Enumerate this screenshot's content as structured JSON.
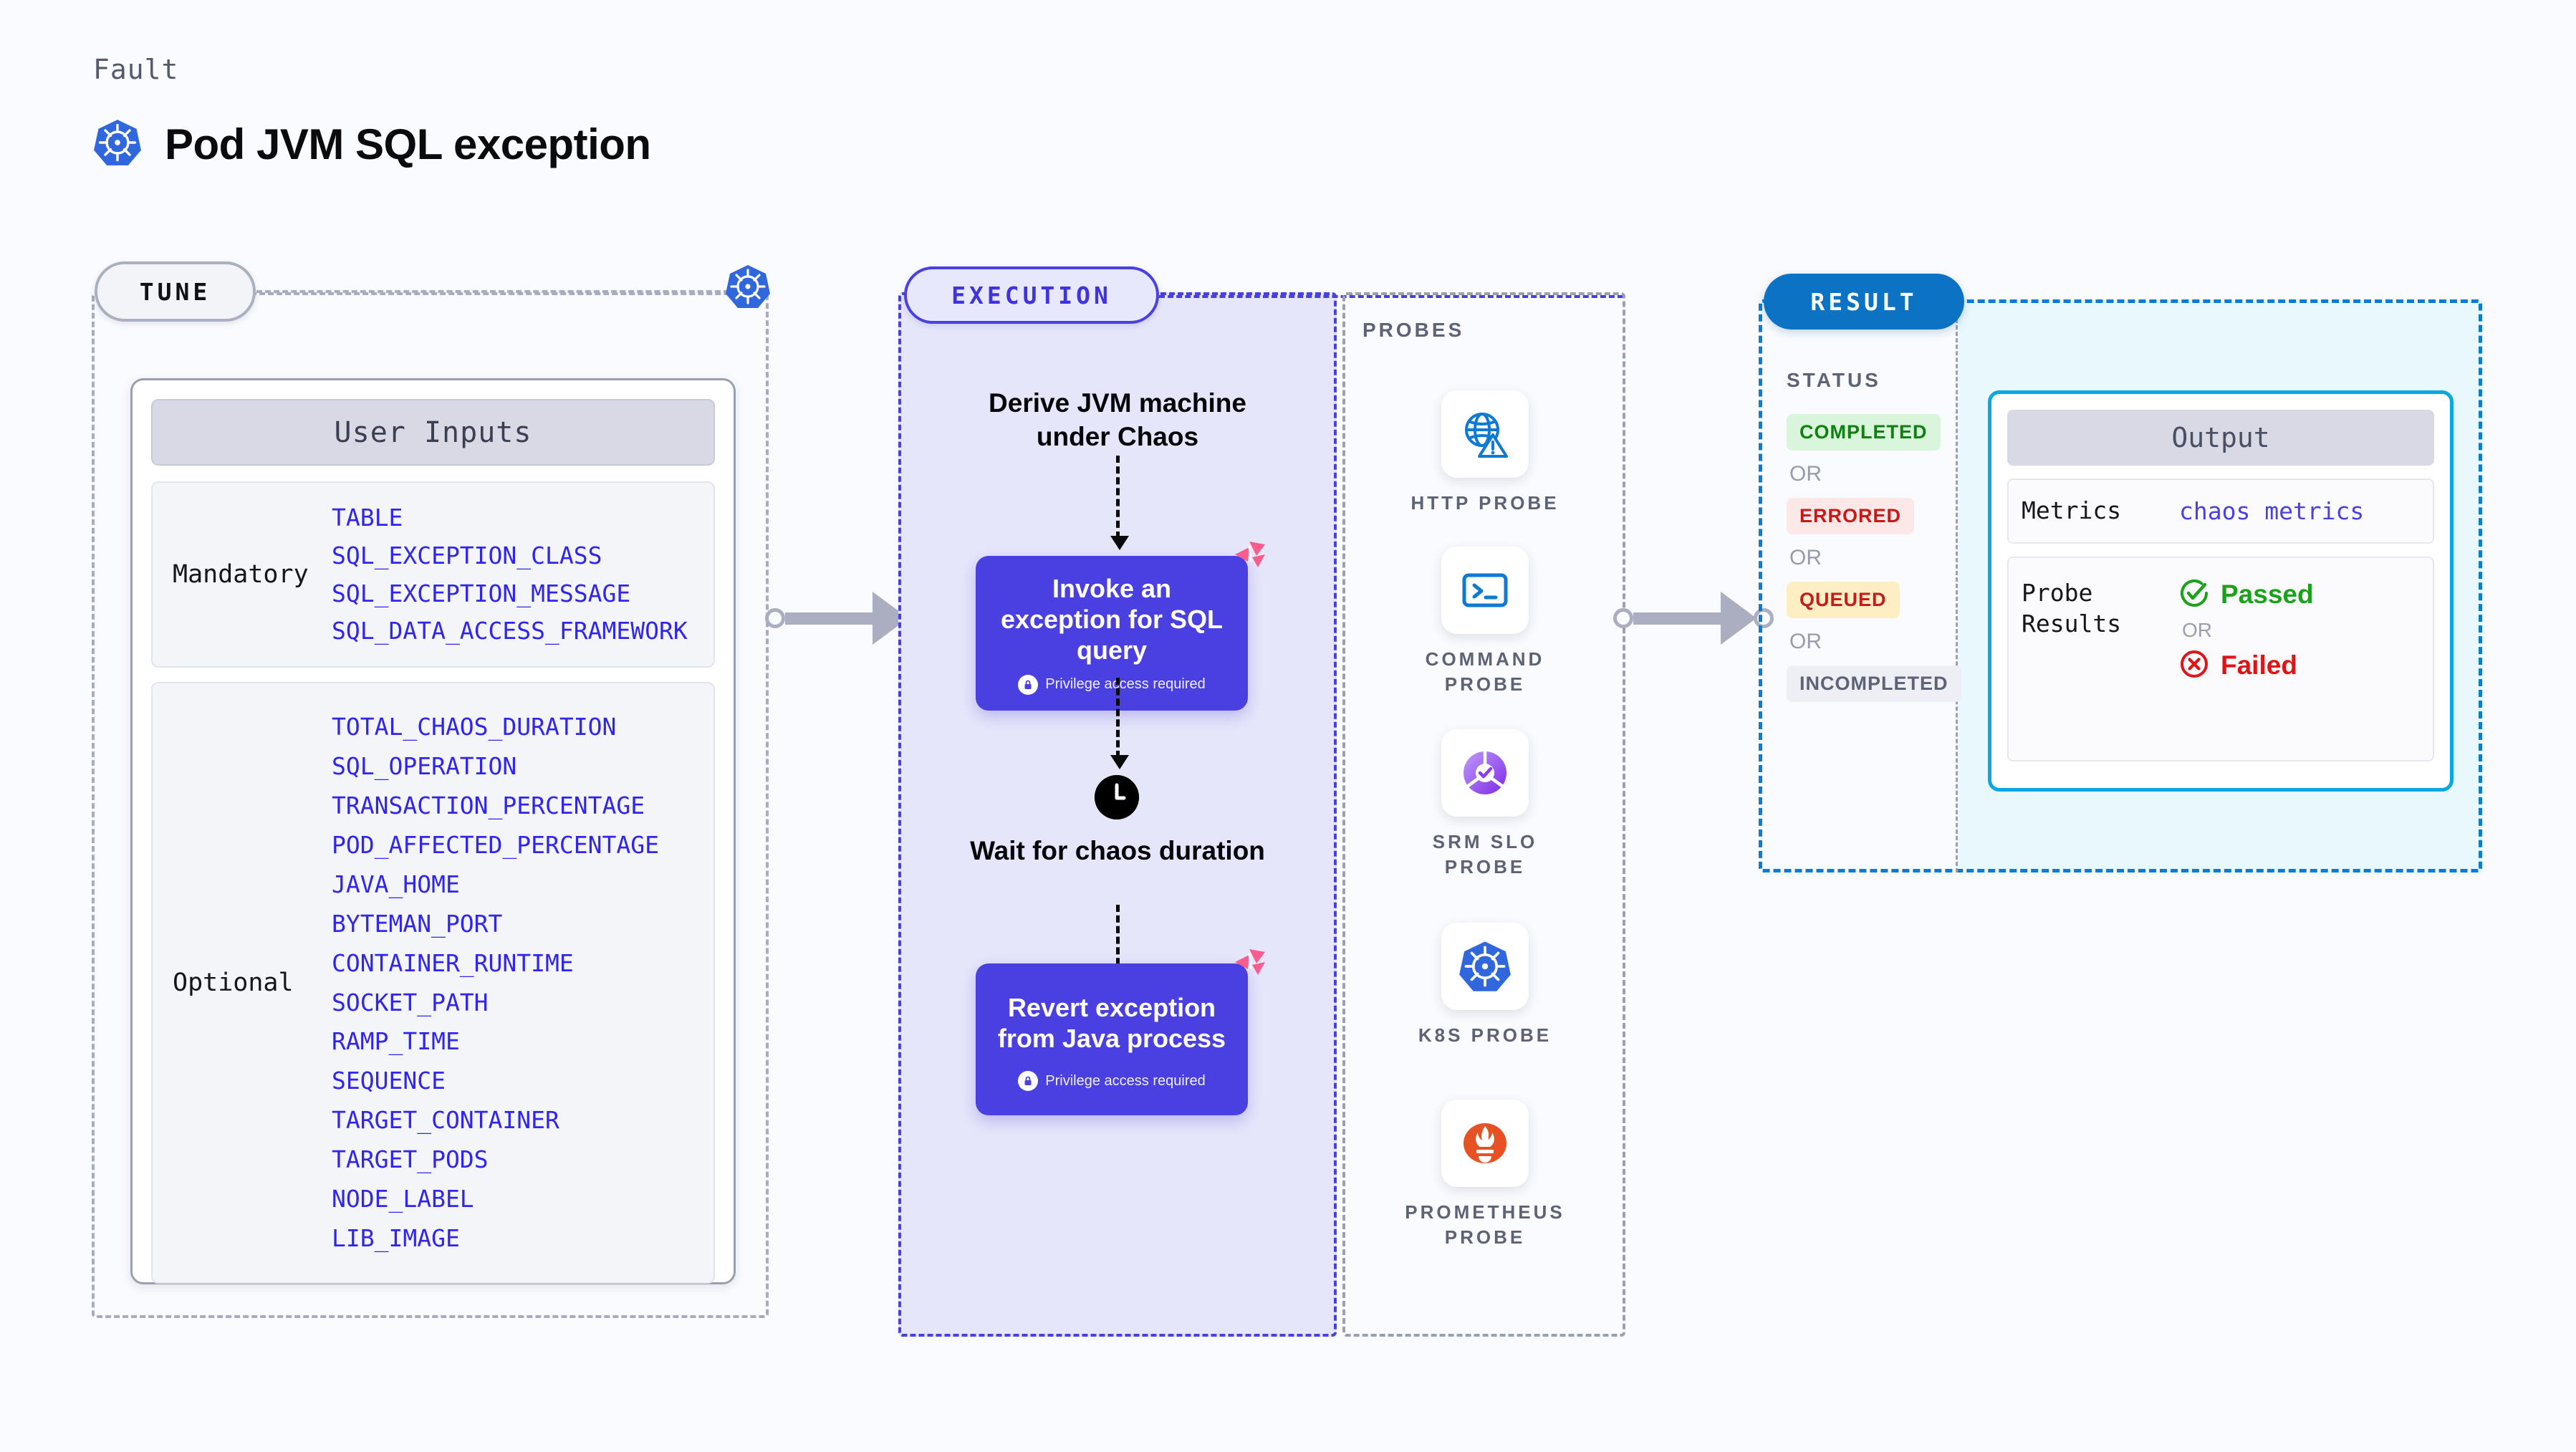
{
  "header": {
    "eyebrow": "Fault",
    "title": "Pod JVM SQL exception",
    "icon": "kubernetes-icon"
  },
  "tune": {
    "pill_label": "TUNE",
    "card_title": "User Inputs",
    "groups": [
      {
        "label": "Mandatory",
        "vars": [
          "TABLE",
          "SQL_EXCEPTION_CLASS",
          "SQL_EXCEPTION_MESSAGE",
          "SQL_DATA_ACCESS_FRAMEWORK"
        ]
      },
      {
        "label": "Optional",
        "vars": [
          "TOTAL_CHAOS_DURATION",
          "SQL_OPERATION",
          "TRANSACTION_PERCENTAGE",
          "POD_AFFECTED_PERCENTAGE",
          "JAVA_HOME",
          "BYTEMAN_PORT",
          "CONTAINER_RUNTIME",
          "SOCKET_PATH",
          "RAMP_TIME",
          "SEQUENCE",
          "TARGET_CONTAINER",
          "TARGET_PODS",
          "NODE_LABEL",
          "LIB_IMAGE"
        ]
      }
    ]
  },
  "execution": {
    "pill_label": "EXECUTION",
    "step1_text": "Derive JVM machine under Chaos",
    "action1_title": "Invoke an exception for SQL query",
    "action1_note": "Privilege access required",
    "wait_text": "Wait for chaos duration",
    "action2_title": "Revert exception from Java process",
    "action2_note": "Privilege access required"
  },
  "probes": {
    "label": "PROBES",
    "items": [
      {
        "name": "HTTP PROBE",
        "icon": "globe-warning-icon"
      },
      {
        "name": "COMMAND PROBE",
        "icon": "terminal-icon"
      },
      {
        "name": "SRM SLO PROBE",
        "icon": "srm-slo-icon"
      },
      {
        "name": "K8S PROBE",
        "icon": "kubernetes-icon"
      },
      {
        "name": "PROMETHEUS PROBE",
        "icon": "prometheus-icon"
      }
    ]
  },
  "result": {
    "pill_label": "RESULT",
    "status_label": "STATUS",
    "or_label": "OR",
    "statuses": [
      {
        "text": "COMPLETED",
        "bg": "#d9f5dc",
        "fg": "#108010"
      },
      {
        "text": "ERRORED",
        "bg": "#fde8e8",
        "fg": "#cc1717"
      },
      {
        "text": "QUEUED",
        "bg": "#fdeec4",
        "fg": "#c21c1c"
      },
      {
        "text": "INCOMPLETED",
        "bg": "#eeeff5",
        "fg": "#5d6275"
      }
    ],
    "output": {
      "title": "Output",
      "metrics_key": "Metrics",
      "metrics_value": "chaos metrics",
      "probe_results_key": "Probe Results",
      "passed_label": "Passed",
      "or_label": "OR",
      "failed_label": "Failed"
    }
  },
  "colors": {
    "background": "#f9fbfe",
    "accent_purple": "#4a3fe0",
    "accent_blue": "#0b72c4",
    "accent_cyan": "#0aa8e0",
    "var_text": "#2f24f0",
    "pink": "#fb5c8e"
  }
}
